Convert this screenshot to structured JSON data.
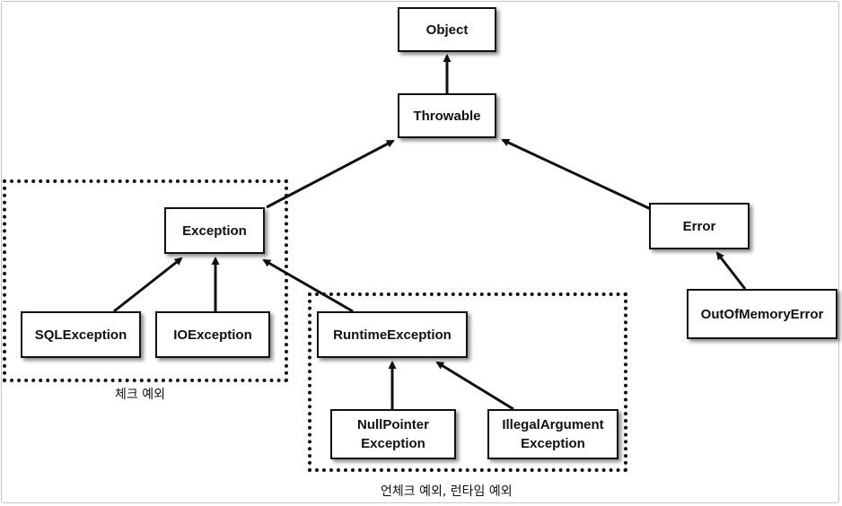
{
  "nodes": {
    "object": {
      "label": "Object"
    },
    "throwable": {
      "label": "Throwable"
    },
    "exception": {
      "label": "Exception"
    },
    "error": {
      "label": "Error"
    },
    "sqlexception": {
      "label": "SQLException"
    },
    "ioexception": {
      "label": "IOException"
    },
    "runtimeexception": {
      "label": "RuntimeException"
    },
    "outofmemoryerror": {
      "label": "OutOfMemoryError"
    },
    "nullpointer": {
      "line1": "NullPointer",
      "line2": "Exception"
    },
    "illegalargument": {
      "line1": "IllegalArgument",
      "line2": "Exception"
    }
  },
  "groups": {
    "checked": {
      "caption": "체크 예외"
    },
    "unchecked": {
      "caption": "언체크 예외, 런타임 예외"
    }
  },
  "edges": [
    {
      "from": "throwable",
      "to": "object"
    },
    {
      "from": "exception",
      "to": "throwable"
    },
    {
      "from": "error",
      "to": "throwable"
    },
    {
      "from": "sqlexception",
      "to": "exception"
    },
    {
      "from": "ioexception",
      "to": "exception"
    },
    {
      "from": "runtimeexception",
      "to": "exception"
    },
    {
      "from": "outofmemoryerror",
      "to": "error"
    },
    {
      "from": "nullpointer",
      "to": "runtimeexception"
    },
    {
      "from": "illegalargument",
      "to": "runtimeexception"
    }
  ],
  "colors": {
    "stroke": "#111111",
    "background": "#ffffff",
    "frame": "#c8c8c8"
  }
}
